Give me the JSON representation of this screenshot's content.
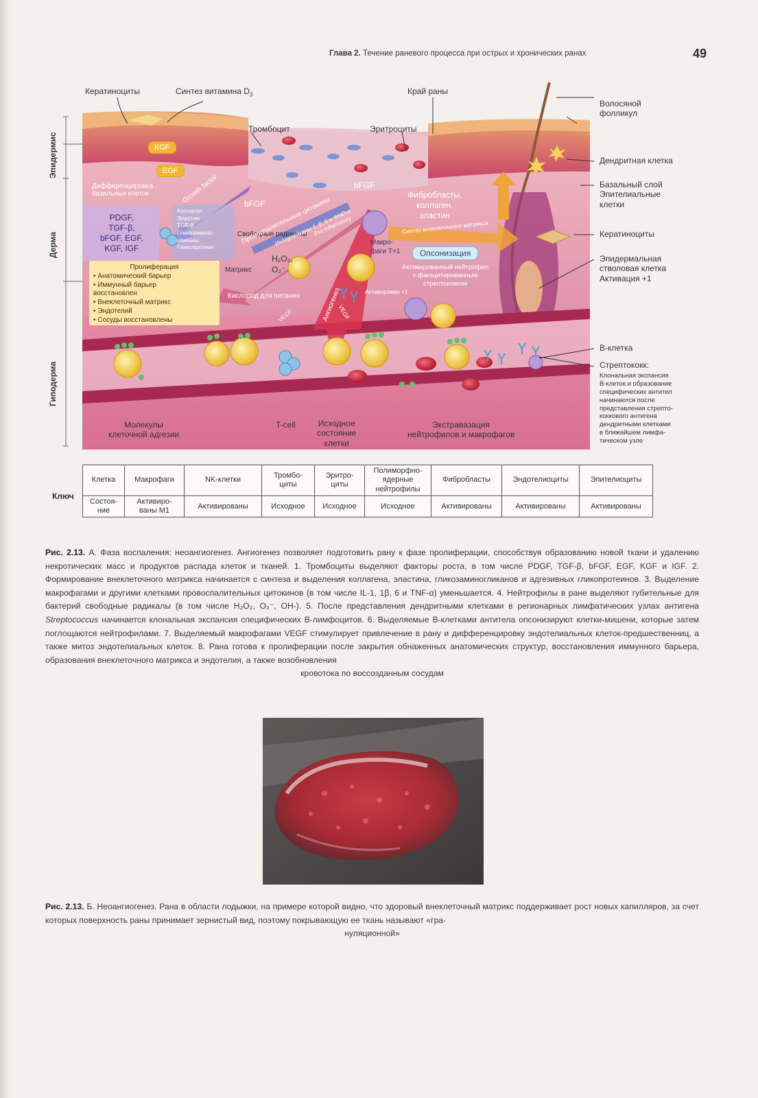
{
  "header": {
    "chapter": "Глава 2.",
    "title": "Течение раневого процесса при острых и хронических ранах",
    "page_number": "49"
  },
  "figure": {
    "layers": {
      "epidermis": "Эпидермис",
      "dermis": "Дерма",
      "hypodermis": "Гиподерма"
    },
    "top_labels": {
      "keratinocytes": "Кератиноциты",
      "vitamin_d": "Синтез витамина D",
      "vitamin_d_sub": "3",
      "wound_edge": "Край раны",
      "platelet": "Тромбоцит",
      "erythrocytes": "Эритроциты"
    },
    "right_labels": {
      "hair_follicle_1": "Волосяной",
      "hair_follicle_2": "фолликул",
      "dendritic": "Дендритная клетка",
      "basal_1": "Базальный слой",
      "basal_2": "Эпителиальные",
      "basal_3": "клетки",
      "keratinocytes": "Кератиноциты",
      "stem_1": "Эпидермальная",
      "stem_2": "стволовая клетка",
      "stem_3": "Активация +1",
      "bcell": "В-клетка",
      "strep_title": "Стрептококк:",
      "strep_note": "Клональная экспансия\nВ-клеток и образование\nспецифических антител\nначинаются после\nпредставления стрепто-\nкоккового антигена\nдендритными клетками\nв ближайшем лимфа-\nтическом узле"
    },
    "bottom_labels": {
      "adhesion_1": "Молекулы",
      "adhesion_2": "клеточной адгезии",
      "tcell": "T-cell",
      "baseline_1": "Исходное",
      "baseline_2": "состояние",
      "baseline_3": "клетки",
      "extravasation_1": "Экстравазация",
      "extravasation_2": "нейтрофилов и макрофагов"
    },
    "inner_labels": {
      "kgf": "KGF",
      "egf": "EGF",
      "diff_1": "Дифференцировка",
      "diff_2": "базальных клеток",
      "growth_factor": "Growth factor",
      "bfgf": "bFGF",
      "bfgf2": "bFGF",
      "factors": "PDGF,\nTGF-β,\nbFGF, EGF,\nKGF, IGF",
      "matrix_components": "Коллаген\nЭластин\nTGF-β\nГликозамино-\nгликаны\nГликопротеин",
      "free_radicals": "Свободные\nрадикалы",
      "h2o2": "H₂O₂,",
      "o2": "O₂⁻",
      "matrix": "Матрикс",
      "cytokines": "Провоспалительные цитокины",
      "interleukins": "Интерлейкины 1, β, 6 и ФНО-α",
      "pro_inflammatory": "Pro Inflamatory",
      "fibroblasts": "Фибробласты,\nколлаген,\nэластин",
      "ecm_synthesis": "Синтез внеклеточного матрикса",
      "macrophages": "Макро-\nфаги T+1",
      "opsonization": "Опсонизация",
      "activated_neutrophil": "Активированный нейтрофил\nс фагоцитированным\nстрептококком",
      "activated_plus1": "Активирован +1",
      "angiogenesis": "Ангиогенез",
      "vegf": "VEGF",
      "vegf2": "VEGF",
      "oxygen": "Кислород для питания",
      "proliferation_title": "Пролиферация",
      "proliferation_items": [
        "• Анатомический барьер",
        "• Иммунный барьер",
        "  восстановлен",
        "• Внеклеточный матрикс",
        "• Эндотелий",
        "• Сосуды восстановлены"
      ]
    }
  },
  "key_table": {
    "key_label": "Ключ",
    "row1": [
      "Клетка",
      "Макрофаги",
      "NK-клетки",
      "Тромбо-\nциты",
      "Эритро-\nциты",
      "Полиморфно-\nядерные\nнейтрофилы",
      "Фибробласты",
      "Эндотелиоциты",
      "Эпителиоциты"
    ],
    "row2": [
      "Состоя-\nние",
      "Активиро-\nваны М1",
      "Активированы",
      "Исходное",
      "Исходное",
      "Исходное",
      "Активированы",
      "Активированы",
      "Активированы"
    ]
  },
  "caption_a": {
    "label": "Рис. 2.13.",
    "text": "А. Фаза воспаления: неоангиогенез. Ангиогенез позволяет подготовить рану к фазе пролиферации, способствуя образованию новой ткани и удалению некротических масс и продуктов распада клеток и тканей. 1. Тромбоциты выделяют факторы роста, в том числе PDGF, TGF-β, bFGF, EGF, KGF и IGF. 2. Формирование внеклеточного матрикса начинается с синтеза и выделения коллагена, эластина, гликозаминогликанов и адгезивных гликопротеинов. 3. Выделение макрофагами и другими клетками провоспалительных цитокинов (в том числе IL-1, 1β, 6 и TNF-α) уменьшается. 4. Нейтрофилы в ране выделяют губительные для бактерий свободные радикалы (в том числе H₂O₂, O₂⁻, OH-). 5. После представления дендритными клетками в регионарных лимфатических узлах антигена",
    "italic": "Streptococcus",
    "text2": "начинается клональная экспансия специфических В-лимфоцитов. 6. Выделяемые В-клетками антитела опсонизируют клетки-мишени, которые затем поглощаются нейтрофилами. 7. Выделяемый макрофагами VEGF стимулирует привлечение в рану и дифференцировку эндотелиальных клеток-предшественниц, а также митоз эндотелиальных клеток. 8. Рана готова к пролиферации после закрытия обнаженных анатомических структур, восстановления иммунного барьера, образования внеклеточного матрикса и эндотелия, а также возобновления",
    "last_line": "кровотока по воссозданным сосудам"
  },
  "caption_b": {
    "label": "Рис. 2.13.",
    "text": "Б. Неоангиогенез. Рана в области лодыжки, на примере которой видно, что здоровый внеклеточный матрикс поддерживает рост новых капилляров, за счет которых поверхность раны принимает зернистый вид, поэтому покрывающую ее ткань называют «гра-",
    "last_line": "нуляционной»"
  },
  "colors": {
    "epidermis": "#e9a07a",
    "dermis": "#e7a7b8",
    "vessel": "#c8365b",
    "cell_yellow": "#f1c94a",
    "arrow_purple": "#8a63c4",
    "arrow_red": "#d9344f",
    "arrow_orange": "#f0a53a",
    "photo_wound": "#b8333b"
  }
}
